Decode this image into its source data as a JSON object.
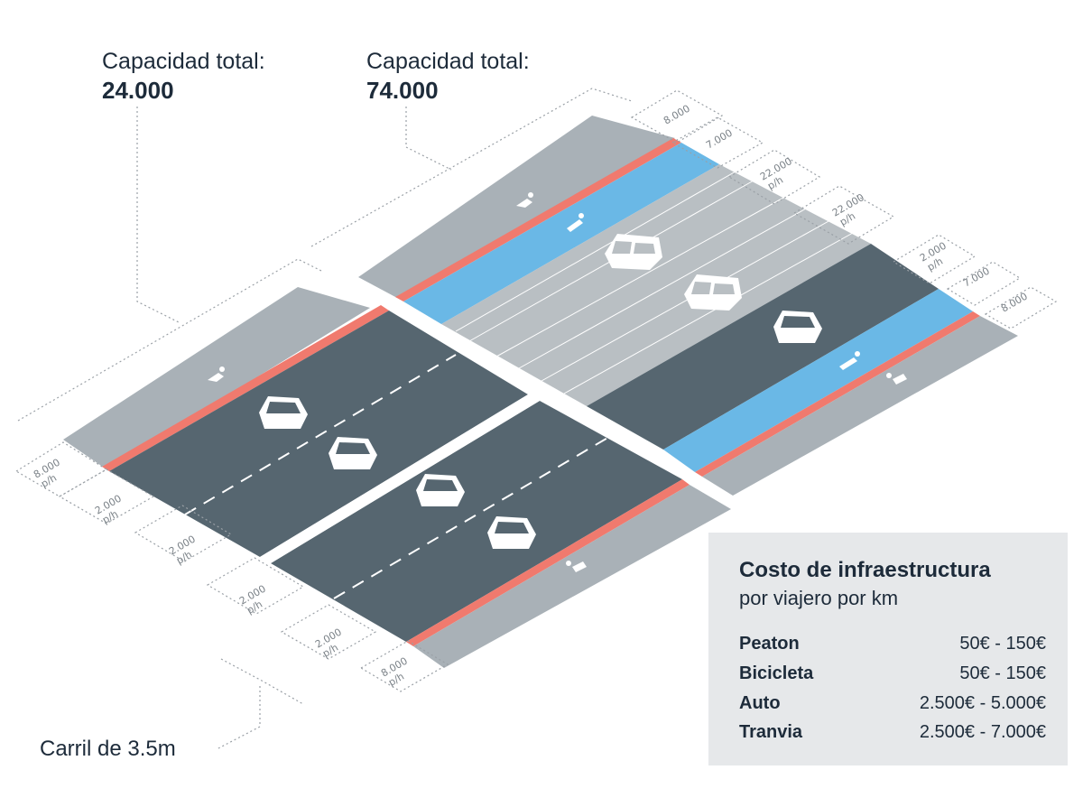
{
  "left_section": {
    "capacity_label": "Capacidad total:",
    "capacity_value": "24.000",
    "lane_flows": [
      {
        "value": "8.000",
        "unit": "p/h"
      },
      {
        "value": "2.000",
        "unit": "p/h"
      },
      {
        "value": "2.000",
        "unit": "p/h"
      },
      {
        "value": "2.000",
        "unit": "p/h"
      },
      {
        "value": "2.000",
        "unit": "p/h"
      },
      {
        "value": "8.000",
        "unit": "p/h"
      }
    ]
  },
  "right_section": {
    "capacity_label": "Capacidad total:",
    "capacity_value": "74.000",
    "lane_flows": [
      {
        "value": "8.000",
        "unit": ""
      },
      {
        "value": "7.000",
        "unit": ""
      },
      {
        "value": "22.000",
        "unit": "p/h"
      },
      {
        "value": "22.000",
        "unit": "p/h"
      },
      {
        "value": "2.000",
        "unit": "p/h"
      },
      {
        "value": "7.000",
        "unit": ""
      },
      {
        "value": "8.000",
        "unit": ""
      }
    ]
  },
  "lane_width_note": "Carril de 3.5m",
  "cost_table": {
    "title": "Costo de infraestructura",
    "subtitle": "por viajero por km",
    "rows": [
      {
        "mode": "Peaton",
        "range": "50€ - 150€"
      },
      {
        "mode": "Bicicleta",
        "range": "50€ - 150€"
      },
      {
        "mode": "Auto",
        "range": "2.500€ - 5.000€"
      },
      {
        "mode": "Tranvia",
        "range": "2.500€ - 7.000€"
      }
    ]
  },
  "colors": {
    "sidewalk": "#a9b1b7",
    "bike_lane": "#6ab8e6",
    "car_lane": "#566670",
    "curb_line": "#f07a6e",
    "tram_lane": "#b9bfc3",
    "cost_box": "#e6e8ea",
    "text": "#1d2b3a"
  },
  "icons": [
    "pedestrian-icon",
    "bicycle-icon",
    "car-icon",
    "tram-icon"
  ]
}
